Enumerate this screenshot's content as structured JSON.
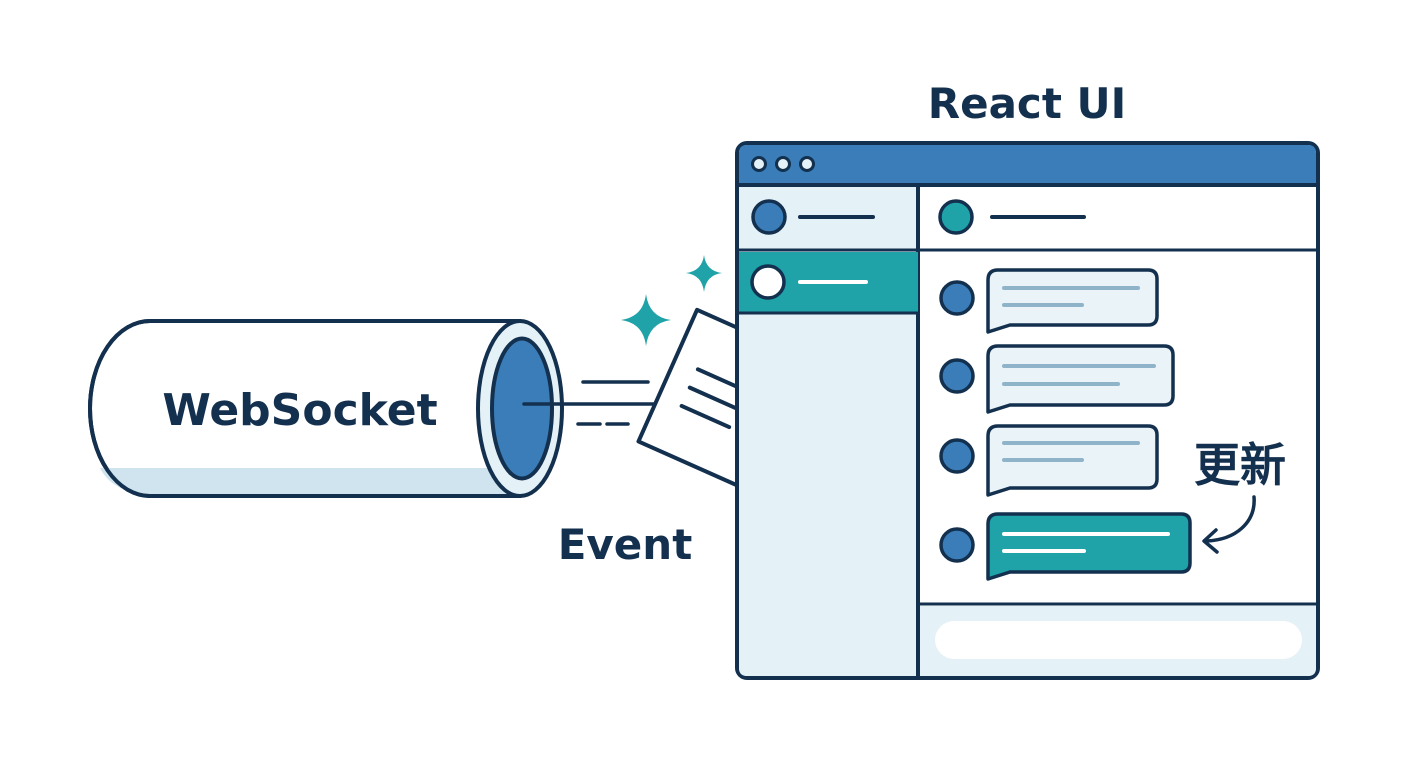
{
  "labels": {
    "websocket": "WebSocket",
    "event": "Event",
    "react_ui": "React UI",
    "update": "更新"
  },
  "colors": {
    "outline": "#13304f",
    "blue": "#3a7db8",
    "teal": "#1fa3a8",
    "light_blue_fill": "#e4f1f7",
    "bubble_fill": "#eaf4f8",
    "tube_shade": "#cfe4ee",
    "line_gray": "#8fb3c8"
  },
  "icons": {
    "pipe": "websocket-pipe-icon",
    "event_document": "event-document-icon",
    "sparkle": "sparkle-icon",
    "burst": "burst-icon",
    "arrow": "curved-arrow-icon"
  }
}
